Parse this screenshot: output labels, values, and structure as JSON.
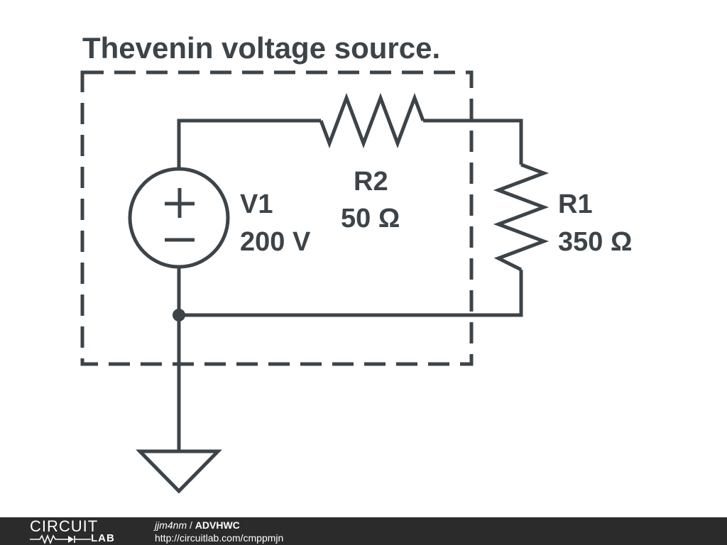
{
  "diagram": {
    "title": "Thevenin voltage source.",
    "components": {
      "v1": {
        "name": "V1",
        "value": "200 V",
        "plus": "+",
        "minus": "−"
      },
      "r2": {
        "name": "R2",
        "value": "50 Ω"
      },
      "r1": {
        "name": "R1",
        "value": "350 Ω"
      }
    }
  },
  "footer": {
    "logo_top": "CIRCUIT",
    "logo_bottom": "LAB",
    "user": "jjm4nm",
    "separator": " / ",
    "project": "ADVHWC",
    "url": "http://circuitlab.com/cmppmjn"
  },
  "colors": {
    "ink": "#3d4449",
    "footer_bg": "#2b2b2b"
  }
}
